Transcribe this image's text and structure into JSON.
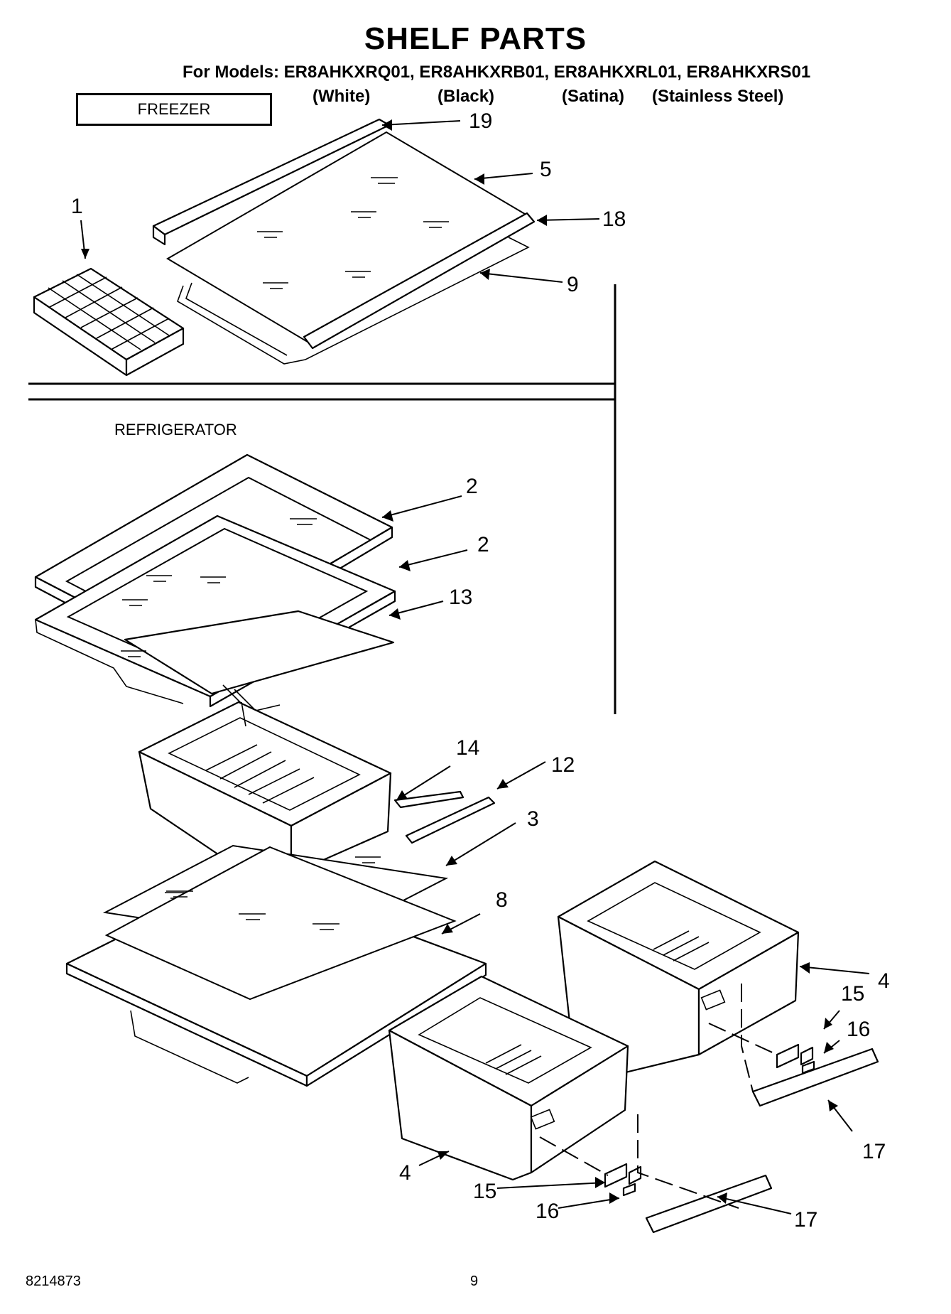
{
  "title": "SHELF PARTS",
  "models_line": "For Models: ER8AHKXRQ01, ER8AHKXRB01, ER8AHKXRL01, ER8AHKXRS01",
  "variants": [
    "(White)",
    "(Black)",
    "(Satina)",
    "(Stainless Steel)"
  ],
  "sections": {
    "freezer": "FREEZER",
    "refrigerator": "REFRIGERATOR"
  },
  "callouts": {
    "c1": "1",
    "c19": "19",
    "c5": "5",
    "c18": "18",
    "c9": "9",
    "c2a": "2",
    "c2b": "2",
    "c13": "13",
    "c14": "14",
    "c12": "12",
    "c3": "3",
    "c8": "8",
    "c4a": "4",
    "c15a": "15",
    "c16a": "16",
    "c17a": "17",
    "c4b": "4",
    "c15b": "15",
    "c16b": "16",
    "c17b": "17"
  },
  "footer": {
    "doc_number": "8214873",
    "page_number": "9"
  }
}
